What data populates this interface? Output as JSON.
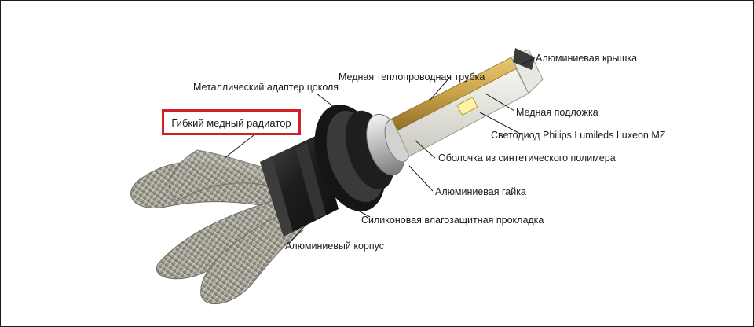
{
  "labels": {
    "cap": "Алюминиевая крышка",
    "heat_pipe": "Медная теплопроводная трубка",
    "base_adapter": "Металлический адаптер цоколя",
    "substrate": "Медная подложка",
    "radiator": "Гибкий медный радиатор",
    "led": "Светодиод Philips Lumileds Luxeon MZ",
    "shell": "Оболочка из синтетического полимера",
    "nut": "Алюминиевая гайка",
    "gasket": "Силиконовая влагозащитная прокладка",
    "housing": "Алюминиевый корпус"
  },
  "colors": {
    "highlight_box": "#d32027",
    "copper": "#c8a24a",
    "braid": "#9a988a",
    "housing": "#2b2b2b"
  }
}
